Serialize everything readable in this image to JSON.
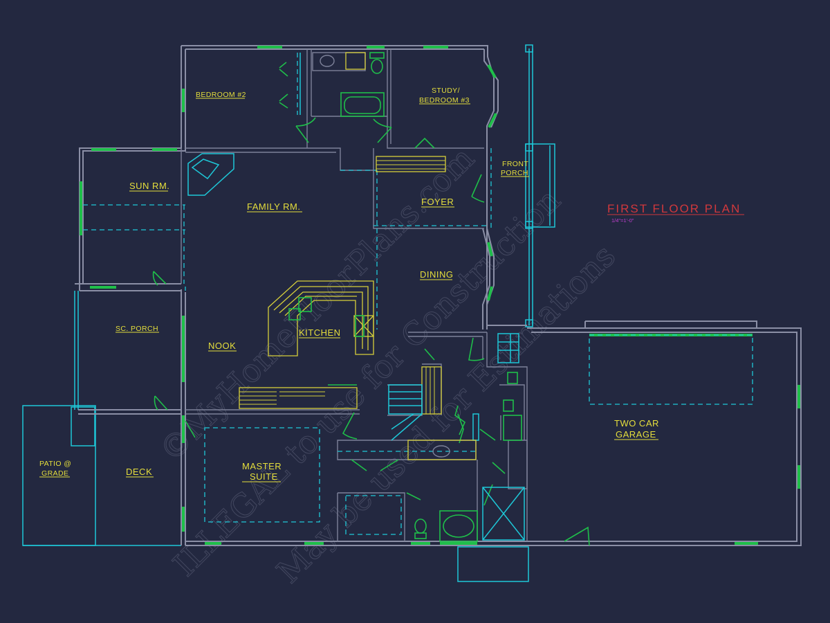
{
  "title": "FIRST FLOOR PLAN",
  "scale": "1/4\"=1'-0\"",
  "rooms": {
    "bedroom2": "BEDROOM #2",
    "study_l1": "STUDY/",
    "study_l2": "BEDROOM #3",
    "sun_room": "SUN RM.",
    "family_room": "FAMILY RM.",
    "foyer": "FOYER",
    "front_porch_l1": "FRONT",
    "front_porch_l2": "PORCH",
    "dining": "DINING",
    "kitchen": "KITCHEN",
    "sc_porch": "SC. PORCH",
    "nook": "NOOK",
    "patio_l1": "PATIO @",
    "patio_l2": "GRADE",
    "deck": "DECK",
    "master_l1": "MASTER",
    "master_l2": "SUITE",
    "garage_l1": "TWO CAR",
    "garage_l2": "GARAGE"
  },
  "watermark": {
    "line1": "©MyHomeFloorPlans.com",
    "line2": "ILLEGAL to use for Construction",
    "line3": "May be used for Estimations"
  },
  "colors": {
    "background": "#232840",
    "walls": "#8b8fa6",
    "windows_doors": "#1fbf4a",
    "cyan_lines": "#1ec8d8",
    "labels": "#e6df3c",
    "title": "#d1383c",
    "scale": "#c23fd0"
  }
}
